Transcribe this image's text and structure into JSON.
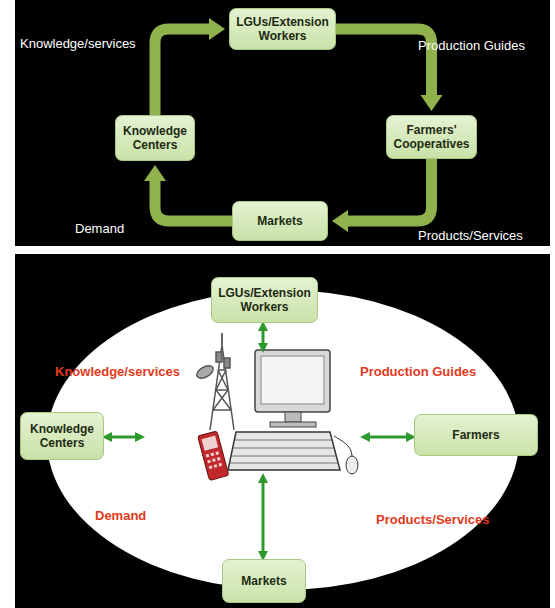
{
  "diagram": {
    "nodes": [
      {
        "text": [
          "LGUs/Extension Workers"
        ]
      },
      {
        "text": [
          "Farmers' Cooperatives"
        ]
      },
      {
        "text": [
          "Markets"
        ]
      },
      {
        "text": [
          "Knowledge Centers"
        ]
      },
      {
        "text": [
          "LGUs/Extension Workers"
        ]
      },
      {
        "text": [
          "Knowledge Centers"
        ]
      },
      {
        "text": [
          "Farmers"
        ]
      },
      {
        "text": [
          "Markets"
        ]
      }
    ],
    "edges": [
      {
        "from": 3,
        "to": 0,
        "label": "Knowledge/services",
        "arrow": "to"
      },
      {
        "from": 0,
        "to": 1,
        "label": "Production Guides",
        "arrow": "to"
      },
      {
        "from": 1,
        "to": 2,
        "label": "Products/Services",
        "arrow": "to"
      },
      {
        "from": 2,
        "to": 3,
        "label": "Demand",
        "arrow": "to"
      }
    ],
    "labels": [
      "Knowledge/services",
      "Production Guides",
      "Demand",
      "Products/Services"
    ]
  }
}
